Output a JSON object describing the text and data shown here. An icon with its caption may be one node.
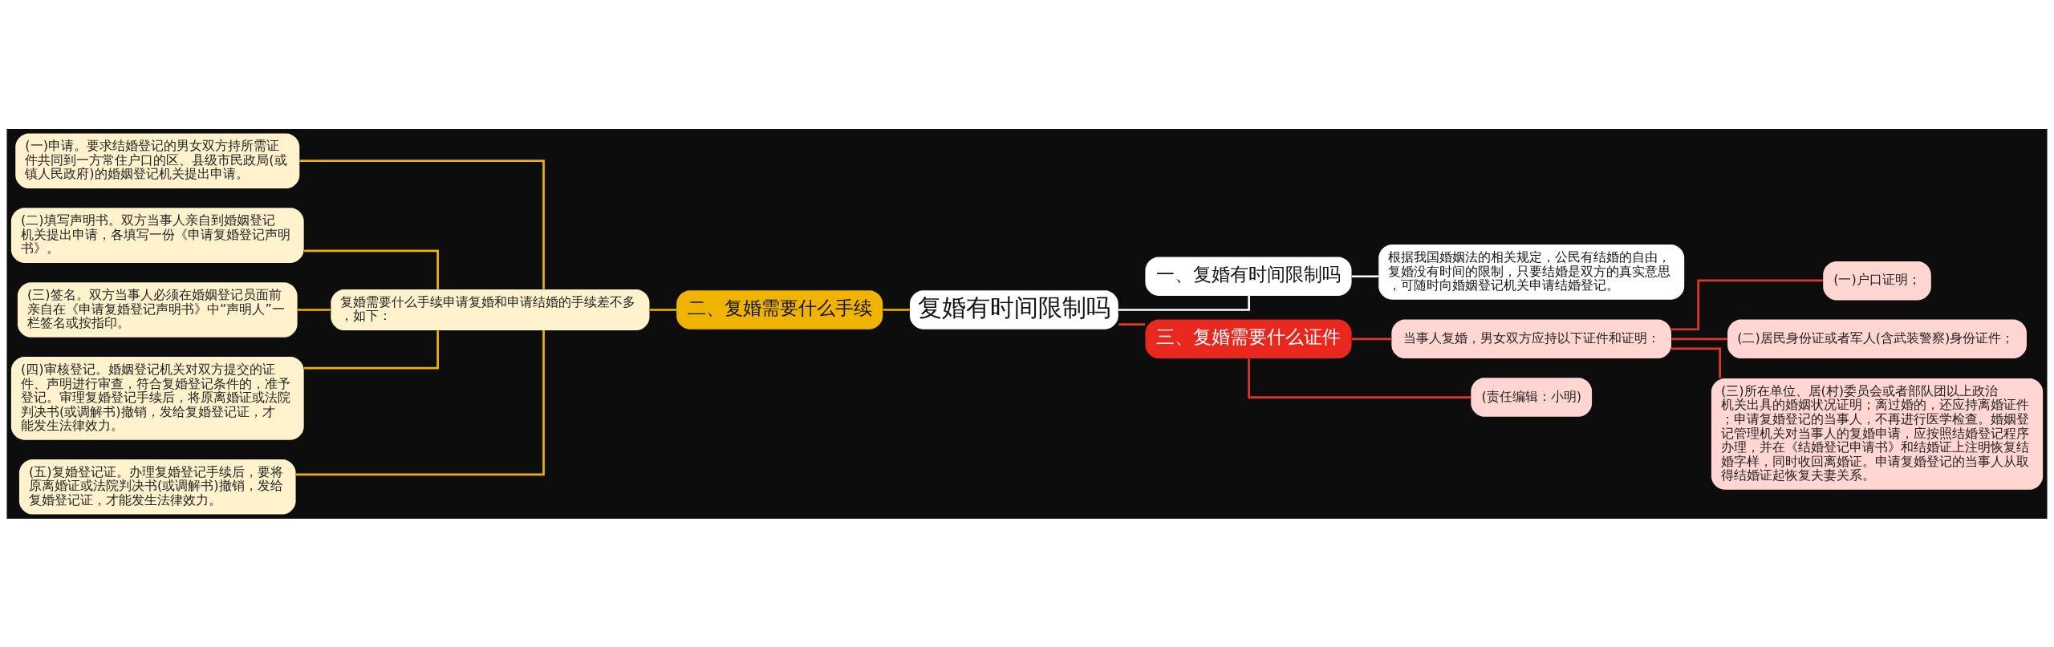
{
  "diagram": {
    "nodes": [
      {
        "text": [
          "复婚有时间限制吗"
        ]
      },
      {
        "text": [
          "一、复婚有时间限制吗"
        ]
      },
      {
        "text": [
          "根据我国婚姻法的相关规定，公民有结婚的自由，复婚没有时间的限制，只要结婚是双方的真实意思，可随时向婚姻登记机关申请结婚登记。"
        ]
      },
      {
        "text": [
          "二、复婚需要什么手续"
        ]
      },
      {
        "text": [
          "复婚需要什么手续申请复婚和申请结婚的手续差不多，如下："
        ]
      },
      {
        "text": [
          "(一)申请。要求结婚登记的男女双方持所需证件共同到一方常住户口的区、县级市民政局(或镇人民政府)的婚姻登记机关提出申请。"
        ]
      },
      {
        "text": [
          "(二)填写声明书。双方当事人亲自到婚姻登记机关提出申请，各填写一份《申请复婚登记声明书》。"
        ]
      },
      {
        "text": [
          "(三)签名。双方当事人必须在婚姻登记员面前亲自在《申请复婚登记声明书》中“声明人”一栏签名或按指印。"
        ]
      },
      {
        "text": [
          "(四)审核登记。婚姻登记机关对双方提交的证件、声明进行审查，符合复婚登记条件的，准予登记。审理复婚登记手续后，将原离婚证或法院判决书(或调解书)撤销，发给复婚登记证，才能发生法律效力。"
        ]
      },
      {
        "text": [
          "(五)复婚登记证。办理复婚登记手续后，要将原离婚证或法院判决书(或调解书)撤销，发给复婚登记证，才能发生法律效力。"
        ]
      },
      {
        "text": [
          "三、复婚需要什么证件"
        ]
      },
      {
        "text": [
          "当事人复婚，男女双方应持以下证件和证明："
        ]
      },
      {
        "text": [
          "(一)户口证明；"
        ]
      },
      {
        "text": [
          "(二)居民身份证或者军人(含武装警察)身份证件；"
        ]
      },
      {
        "text": [
          "(三)所在单位、居(村)委员会或者部队团以上政治机关出具的婚姻状况证明；离过婚的，还应持离婚证件；申请复婚登记的当事人，不再进行医学检查。婚姻登记管理机关对当事人的复婚申请，应按照结婚登记程序办理，并在《结婚登记申请书》和结婚证上注明恢复结婚字样，同时收回离婚证。申请复婚登记的当事人从取得结婚证起恢复夫妻关系。"
        ]
      },
      {
        "text": [
          "(责任编辑：小明)"
        ]
      }
    ],
    "edges": [
      {
        "from": 0,
        "to": 1,
        "arrow": "none",
        "color": "#ffffff"
      },
      {
        "from": 1,
        "to": 2,
        "arrow": "none",
        "color": "#ffffff"
      },
      {
        "from": 0,
        "to": 3,
        "arrow": "none"
      },
      {
        "from": 3,
        "to": 4,
        "arrow": "none"
      },
      {
        "from": 4,
        "to": 5,
        "arrow": "none"
      },
      {
        "from": 4,
        "to": 6,
        "arrow": "none"
      },
      {
        "from": 4,
        "to": 7,
        "arrow": "none"
      },
      {
        "from": 4,
        "to": 8,
        "arrow": "none"
      },
      {
        "from": 4,
        "to": 9,
        "arrow": "none"
      },
      {
        "from": 0,
        "to": 10,
        "arrow": "none",
        "color": "#e0372a"
      },
      {
        "from": 10,
        "to": 11,
        "arrow": "none",
        "color": "#e0372a"
      },
      {
        "from": 11,
        "to": 12,
        "arrow": "none",
        "color": "#e0372a"
      },
      {
        "from": 11,
        "to": 13,
        "arrow": "none",
        "color": "#e0372a"
      },
      {
        "from": 11,
        "to": 14,
        "arrow": "none",
        "color": "#e0372a"
      },
      {
        "from": 10,
        "to": 15,
        "arrow": "none",
        "color": "#e0372a"
      }
    ]
  }
}
